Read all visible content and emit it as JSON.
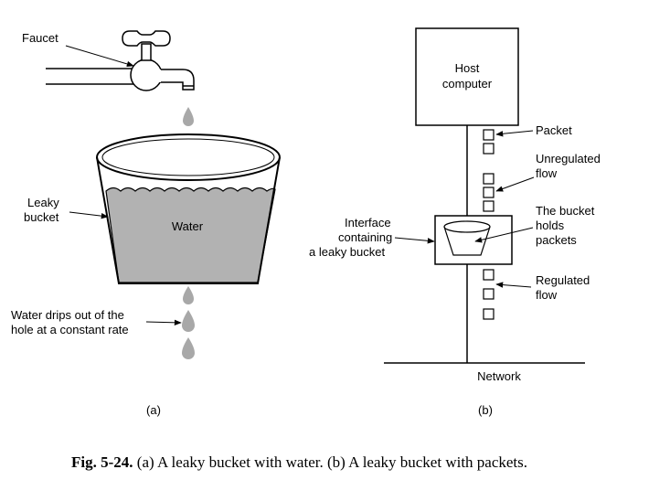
{
  "panel_a": {
    "faucet_label": "Faucet",
    "leaky_bucket_label": [
      "Leaky",
      "bucket"
    ],
    "water_label": "Water",
    "drip_label": [
      "Water drips out of the",
      "hole at a constant rate"
    ],
    "sublabel": "(a)"
  },
  "panel_b": {
    "host_label": [
      "Host",
      "computer"
    ],
    "packet_label": "Packet",
    "unregulated_label": [
      "Unregulated",
      "flow"
    ],
    "bucket_holds_label": [
      "The bucket",
      "holds",
      "packets"
    ],
    "interface_label": [
      "Interface",
      "containing",
      "a leaky bucket"
    ],
    "regulated_label": [
      "Regulated",
      "flow"
    ],
    "network_label": "Network",
    "sublabel": "(b)"
  },
  "caption": {
    "prefix": "Fig. 5-24.",
    "text": " (a) A leaky bucket with water. (b) A leaky bucket with packets."
  },
  "colors": {
    "water": "#b2b2b2",
    "drop": "#a8a8a8",
    "line": "#000000"
  }
}
